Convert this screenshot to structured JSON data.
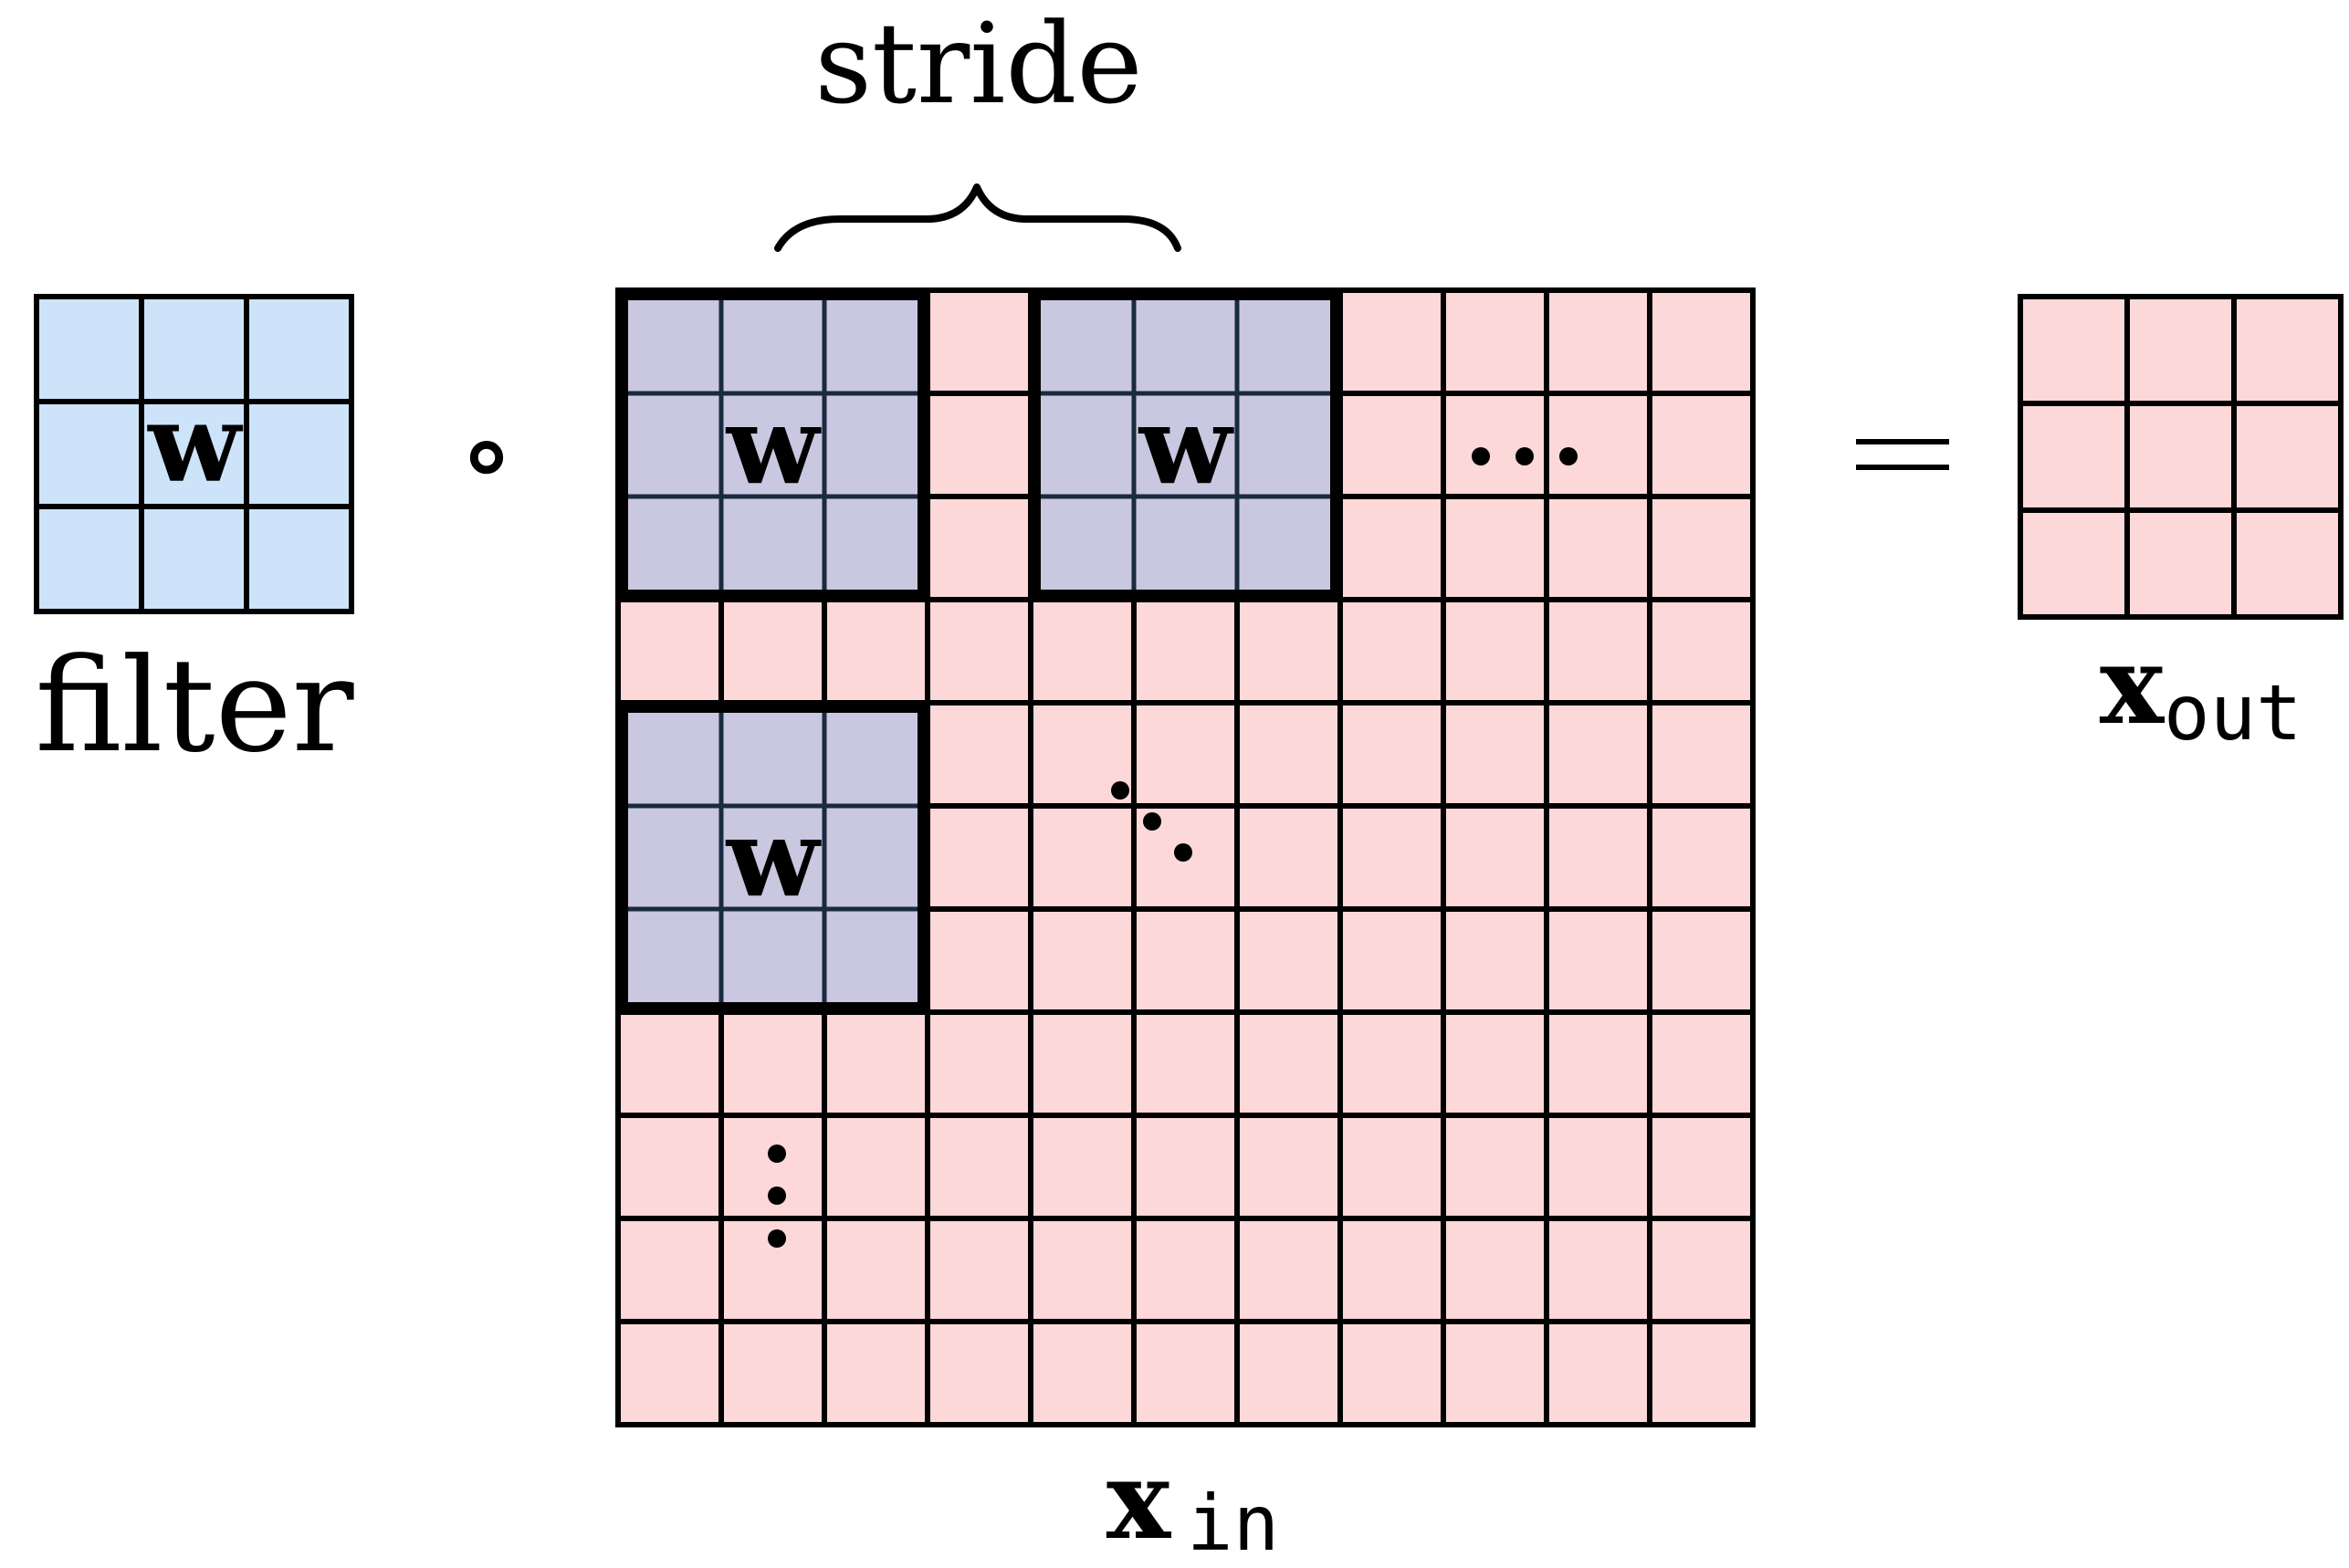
{
  "stride_label": "stride",
  "filter": {
    "label": "filter",
    "cell_label": "w",
    "rows": 3,
    "cols": 3,
    "fill": "#cce3f9"
  },
  "operator_symbol": "∘",
  "equals_symbol": "=",
  "input": {
    "label_main": "x",
    "label_sub": "in",
    "rows": 11,
    "cols": 11,
    "fill": "#fdd8d8",
    "window_fill": "#c9c8e0",
    "window_label": "w",
    "windows": [
      {
        "row": 0,
        "col": 0
      },
      {
        "row": 0,
        "col": 4
      },
      {
        "row": 4,
        "col": 0
      }
    ],
    "horizontal_ellipsis": "...",
    "vertical_ellipsis": "⋮",
    "diagonal_ellipsis": "⋱"
  },
  "output": {
    "label_main": "x",
    "label_sub": "out",
    "rows": 3,
    "cols": 3,
    "fill": "#fdd8d8"
  },
  "line_color": "#000000"
}
